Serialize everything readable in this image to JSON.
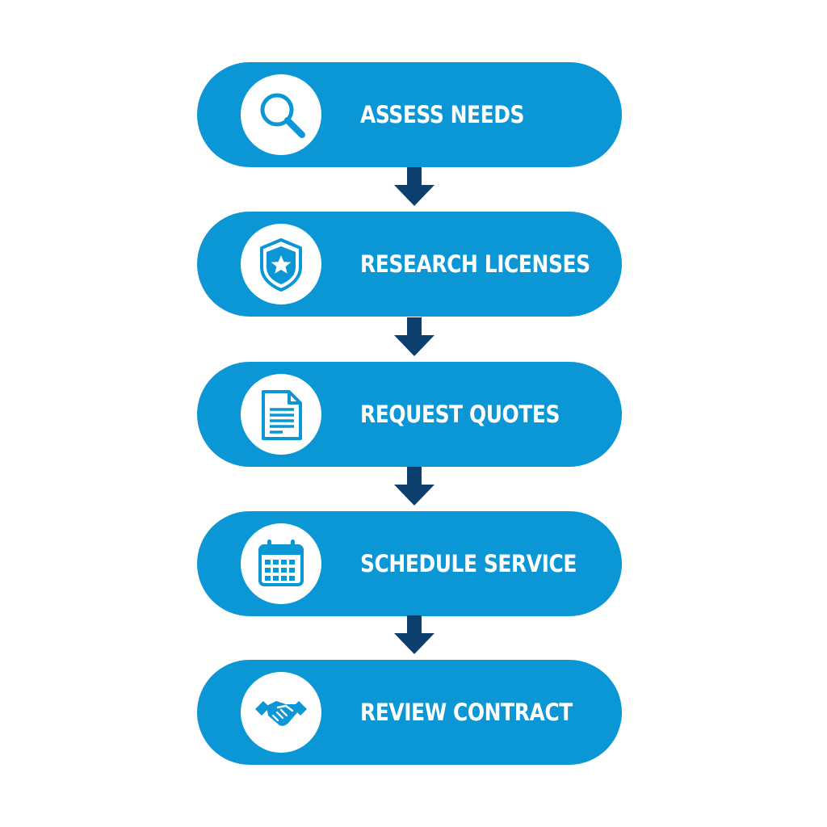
{
  "colors": {
    "step_fill": "#0b96d6",
    "arrow_fill": "#0d3f6e",
    "icon_background": "#ffffff",
    "label_text": "#ffffff"
  },
  "steps": [
    {
      "label": "ASSESS NEEDS",
      "icon": "magnifying-glass-icon"
    },
    {
      "label": "RESEARCH LICENSES",
      "icon": "shield-star-icon"
    },
    {
      "label": "REQUEST QUOTES",
      "icon": "document-icon"
    },
    {
      "label": "SCHEDULE SERVICE",
      "icon": "calendar-icon"
    },
    {
      "label": "REVIEW CONTRACT",
      "icon": "handshake-icon"
    }
  ]
}
